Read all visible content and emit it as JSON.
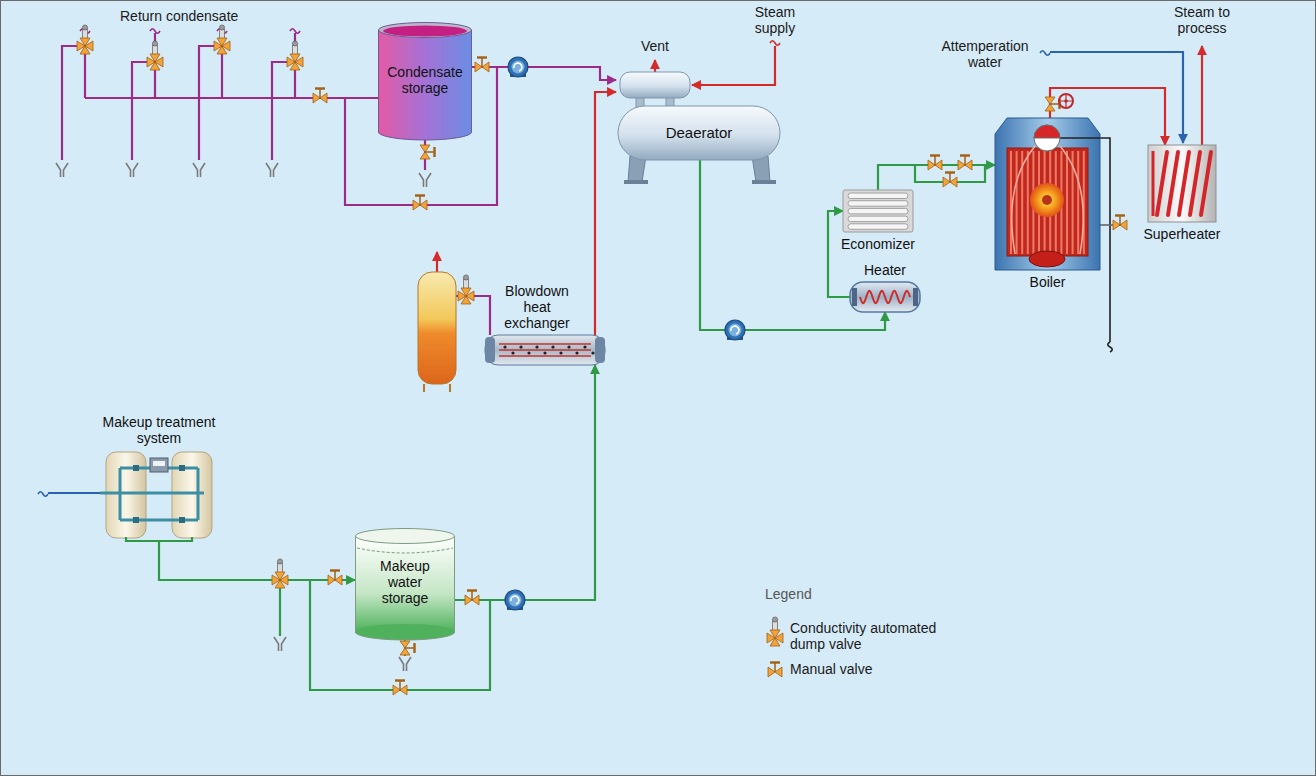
{
  "diagram": {
    "nodes": [
      {
        "text": [
          "Condensate storage"
        ]
      },
      {
        "text": [
          "Deaerator"
        ]
      },
      {
        "text": [
          "Boiler"
        ]
      },
      {
        "text": [
          "Superheater"
        ]
      },
      {
        "text": [
          "Economizer"
        ]
      },
      {
        "text": [
          "Heater"
        ]
      },
      {
        "text": [
          "Makeup treatment system"
        ]
      },
      {
        "text": [
          "Blowdown heat exchanger"
        ]
      },
      {
        "text": [
          "Makeup water storage"
        ]
      }
    ],
    "edges": [
      {
        "from": 0,
        "to": 1,
        "arrow": "to"
      },
      {
        "from": 6,
        "to": 8,
        "arrow": "to"
      },
      {
        "from": 8,
        "to": 7,
        "arrow": "to"
      },
      {
        "from": 7,
        "to": 1,
        "arrow": "to"
      },
      {
        "from": 1,
        "to": 5,
        "arrow": "to"
      },
      {
        "from": 5,
        "to": 4,
        "arrow": "to"
      },
      {
        "from": 4,
        "to": 2,
        "arrow": "to"
      },
      {
        "from": 2,
        "to": 3,
        "arrow": "to"
      }
    ],
    "labels": [
      "Return condensate",
      "Vent",
      "Steam supply",
      "Attemperation water",
      "Steam to process",
      "Legend"
    ],
    "legend": [
      {
        "text": "Conductivity automated dump valve"
      },
      {
        "text": "Manual valve"
      }
    ]
  }
}
